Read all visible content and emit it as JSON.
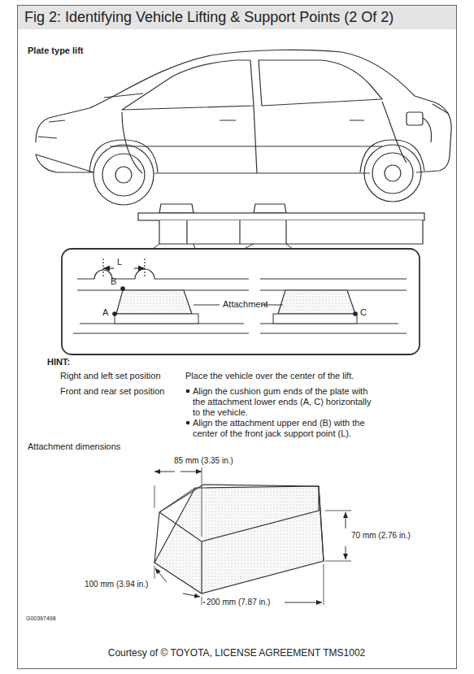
{
  "diagram": {
    "title": "Fig 2: Identifying Vehicle Lifting & Support Points (2 Of 2)",
    "caption": "Courtesy of © TOYOTA, LICENSE AGREEMENT TMS1002",
    "labels": [
      "Plate type lift",
      "L",
      "B",
      "A",
      "Attachment",
      "C",
      "HINT:",
      "Right and left set position",
      "Place the vehicle over the center of the lift.",
      "Front and rear set position",
      "Align the cushion gum ends of the plate with the attachment lower ends (A, C) horizontally to the vehicle.",
      "Align the attachment upper end (B) with the center of the front jack support point (L).",
      "Attachment dimensions",
      "85 mm (3.35 in.)",
      "70 mm (2.76 in.)",
      "100 mm (3.94 in.)",
      "200 mm (7.87 in.)",
      "G00397498"
    ]
  }
}
